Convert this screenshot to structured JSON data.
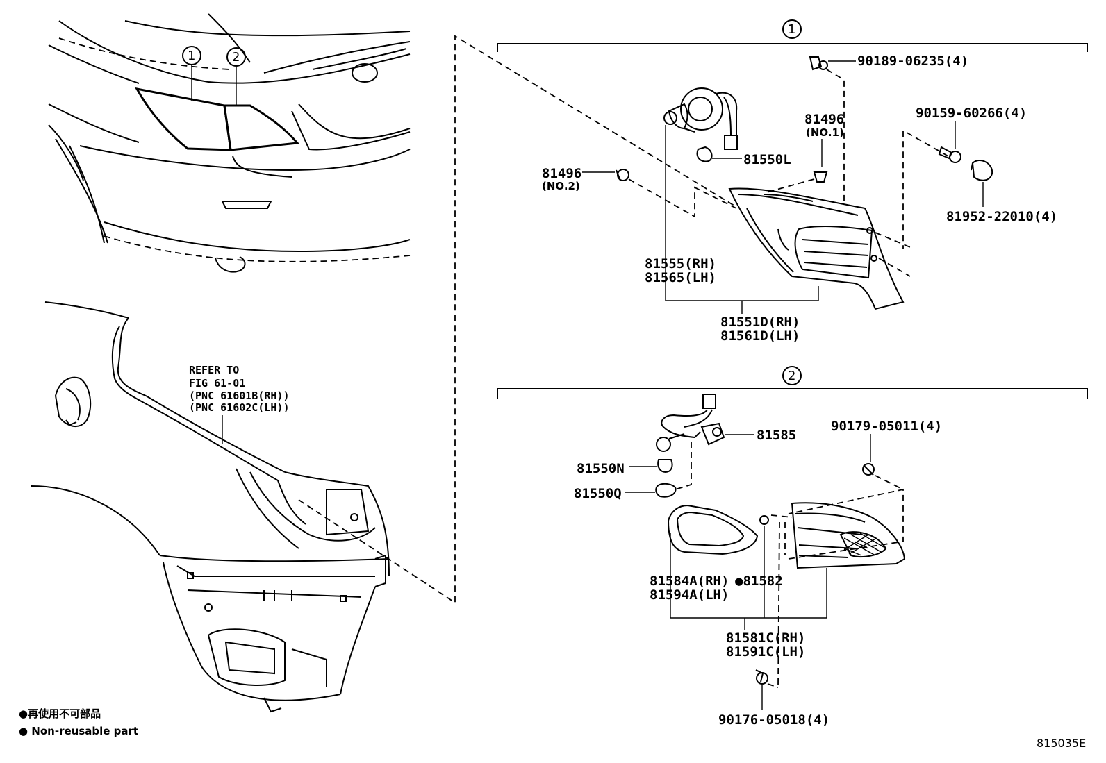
{
  "callouts": {
    "one": "1",
    "two": "2"
  },
  "refer_note": {
    "line1": "REFER TO",
    "line2": "FIG 61-01",
    "line3": "(PNC 61601B(RH))",
    "line4": "(PNC 61602C(LH))"
  },
  "group1": {
    "p90189": "90189-06235(4)",
    "p81496_no1": "81496",
    "p81496_no1_sub": "(NO.1)",
    "p90159": "90159-60266(4)",
    "p81496_no2": "81496",
    "p81496_no2_sub": "(NO.2)",
    "p81550L": "81550L",
    "p81952": "81952-22010(4)",
    "p81555": "81555(RH)",
    "p81565": "81565(LH)",
    "p81551D": "81551D(RH)",
    "p81561D": "81561D(LH)"
  },
  "group2": {
    "p81585": "81585",
    "p90179": "90179-05011(4)",
    "p81550N": "81550N",
    "p81550Q": "81550Q",
    "p81584A": "81584A(RH)",
    "p81594A": "81594A(LH)",
    "p81582": "●81582",
    "p81581C": "81581C(RH)",
    "p81591C": "81591C(LH)",
    "p90176": "90176-05018(4)"
  },
  "legend": {
    "jp": "●再使用不可部品",
    "en": "● Non-reusable part"
  },
  "figure_id": "815035E"
}
